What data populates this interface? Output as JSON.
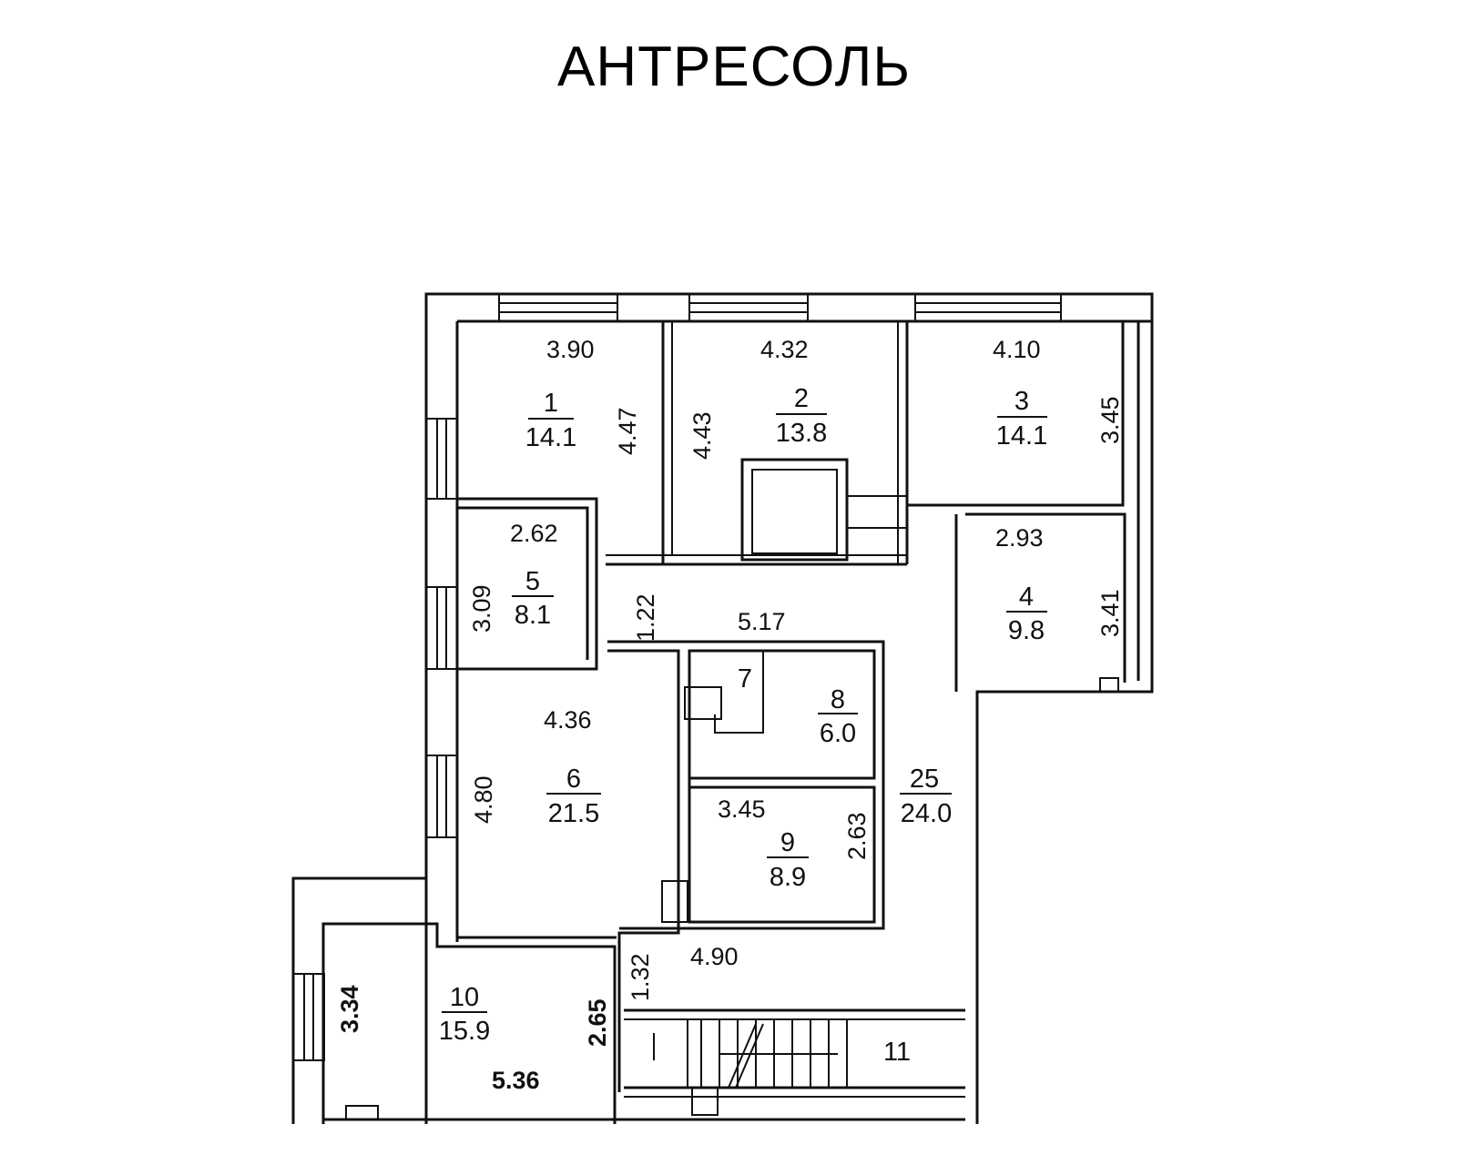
{
  "title": "АНТРЕСОЛЬ",
  "rooms": [
    {
      "number": "1",
      "area": "14.1",
      "width": "3.90",
      "length": "4.47"
    },
    {
      "number": "2",
      "area": "13.8",
      "width": "4.32",
      "length": "4.43"
    },
    {
      "number": "3",
      "area": "14.1",
      "width": "4.10",
      "length": "3.45"
    },
    {
      "number": "4",
      "area": "9.8",
      "width": "2.93",
      "length": "3.41"
    },
    {
      "number": "5",
      "area": "8.1",
      "width": "2.62",
      "length": "3.09"
    },
    {
      "number": "6",
      "area": "21.5",
      "width": "4.36",
      "length": "4.80"
    },
    {
      "number": "7"
    },
    {
      "number": "8",
      "area": "6.0"
    },
    {
      "number": "9",
      "area": "8.9",
      "width": "3.45",
      "length": "2.63"
    },
    {
      "number": "10",
      "area": "15.9",
      "width": "5.36",
      "length": "3.34",
      "length2": "2.65"
    },
    {
      "number": "11"
    },
    {
      "number": "25",
      "area": "24.0"
    }
  ],
  "corridor_dims": {
    "d1": "1.22",
    "d2": "5.17",
    "d3": "1.32",
    "d4": "4.90"
  }
}
